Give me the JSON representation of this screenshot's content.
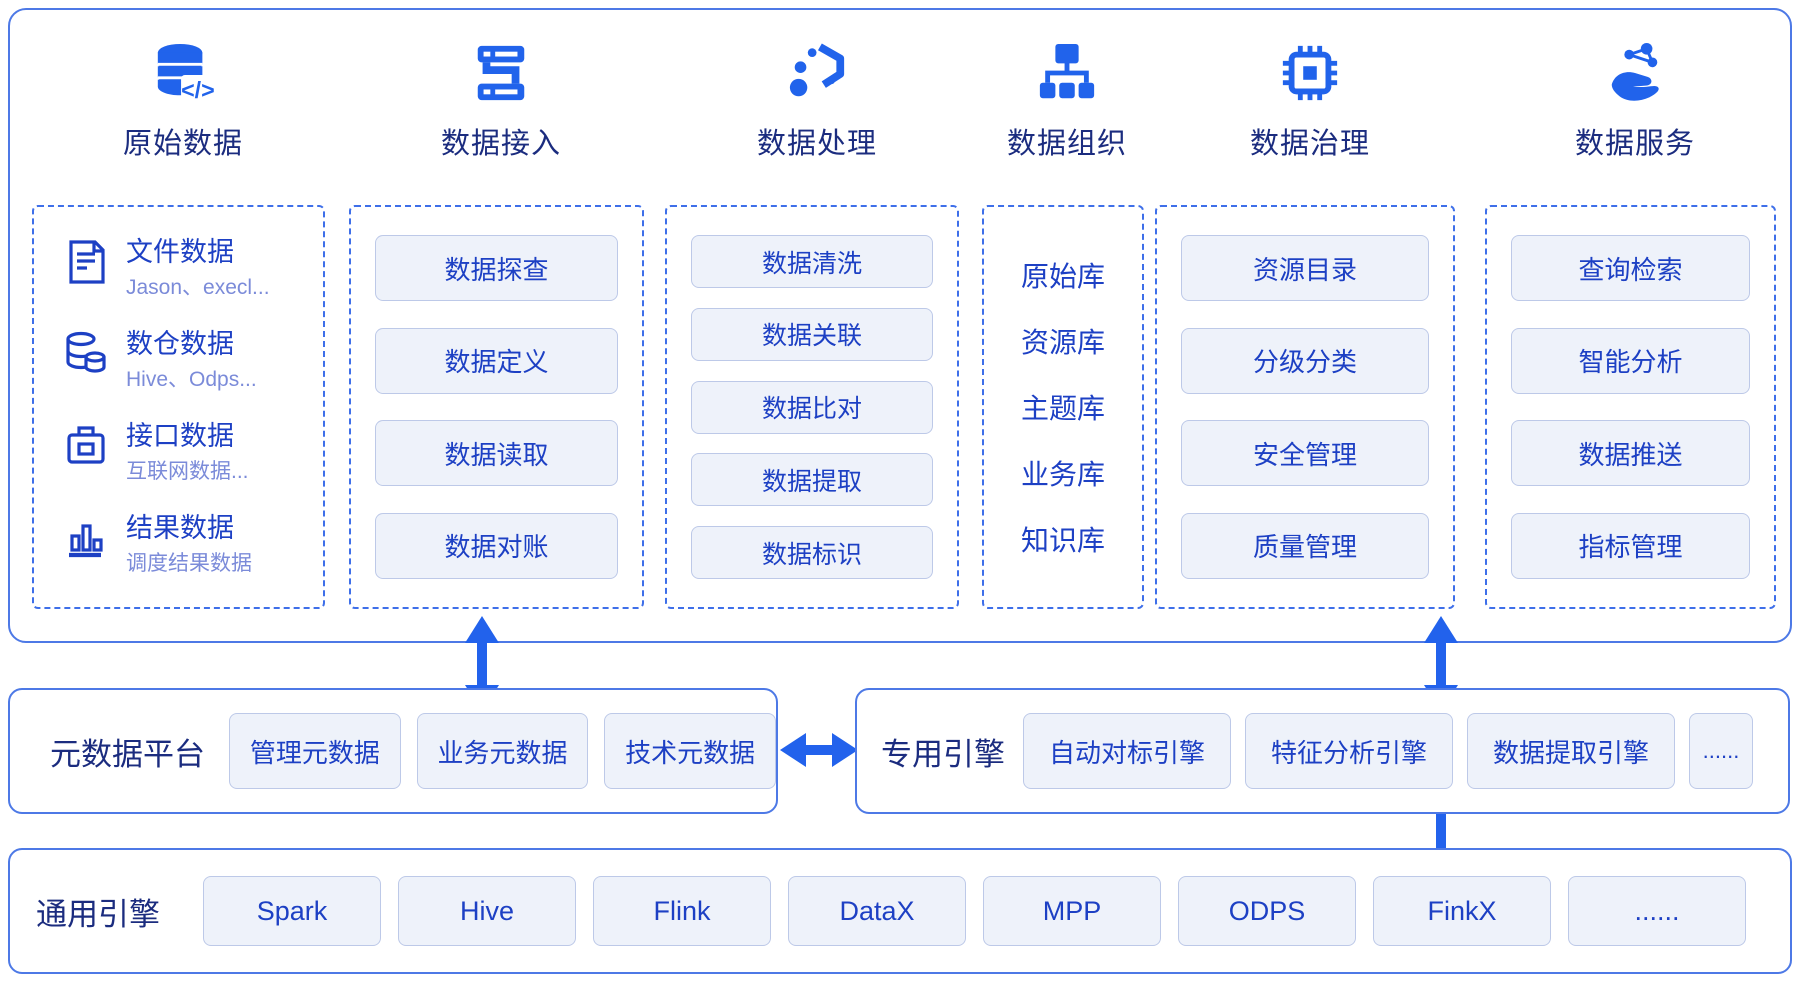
{
  "colors": {
    "accent_blue": "#2163eb",
    "navy_text": "#1b2c7f",
    "royal_text": "#1d40c4",
    "muted_text": "#7b8bd9",
    "panel_border": "#4d79e6",
    "dashed_border": "#3e6fe9",
    "chip_bg": "#eef2fa",
    "chip_border": "#bdc9e8"
  },
  "stages": [
    {
      "label": "原始数据",
      "icon": "database-code-icon"
    },
    {
      "label": "数据接入",
      "icon": "server-icon"
    },
    {
      "label": "数据处理",
      "icon": "data-process-icon"
    },
    {
      "label": "数据组织",
      "icon": "org-chart-icon"
    },
    {
      "label": "数据治理",
      "icon": "chip-icon"
    },
    {
      "label": "数据服务",
      "icon": "hand-network-icon"
    }
  ],
  "raw_data": {
    "items": [
      {
        "title": "文件数据",
        "subtitle": "Jason、execl...",
        "icon": "file-icon"
      },
      {
        "title": "数仓数据",
        "subtitle": "Hive、Odps...",
        "icon": "database-icon"
      },
      {
        "title": "接口数据",
        "subtitle": "互联网数据...",
        "icon": "interface-icon"
      },
      {
        "title": "结果数据",
        "subtitle": "调度结果数据",
        "icon": "bar-chart-icon"
      }
    ]
  },
  "data_access": {
    "items": [
      "数据探查",
      "数据定义",
      "数据读取",
      "数据对账"
    ]
  },
  "data_processing": {
    "items": [
      "数据清洗",
      "数据关联",
      "数据比对",
      "数据提取",
      "数据标识"
    ]
  },
  "data_organization": {
    "items": [
      "原始库",
      "资源库",
      "主题库",
      "业务库",
      "知识库"
    ]
  },
  "data_governance": {
    "items": [
      "资源目录",
      "分级分类",
      "安全管理",
      "质量管理"
    ]
  },
  "data_service": {
    "items": [
      "查询检索",
      "智能分析",
      "数据推送",
      "指标管理"
    ]
  },
  "metadata_platform": {
    "label": "元数据平台",
    "items": [
      "管理元数据",
      "业务元数据",
      "技术元数据"
    ]
  },
  "dedicated_engine": {
    "label": "专用引擎",
    "items": [
      "自动对标引擎",
      "特征分析引擎",
      "数据提取引擎",
      "......"
    ]
  },
  "general_engine": {
    "label": "通用引擎",
    "items": [
      "Spark",
      "Hive",
      "Flink",
      "DataX",
      "MPP",
      "ODPS",
      "FinkX",
      "......"
    ]
  }
}
